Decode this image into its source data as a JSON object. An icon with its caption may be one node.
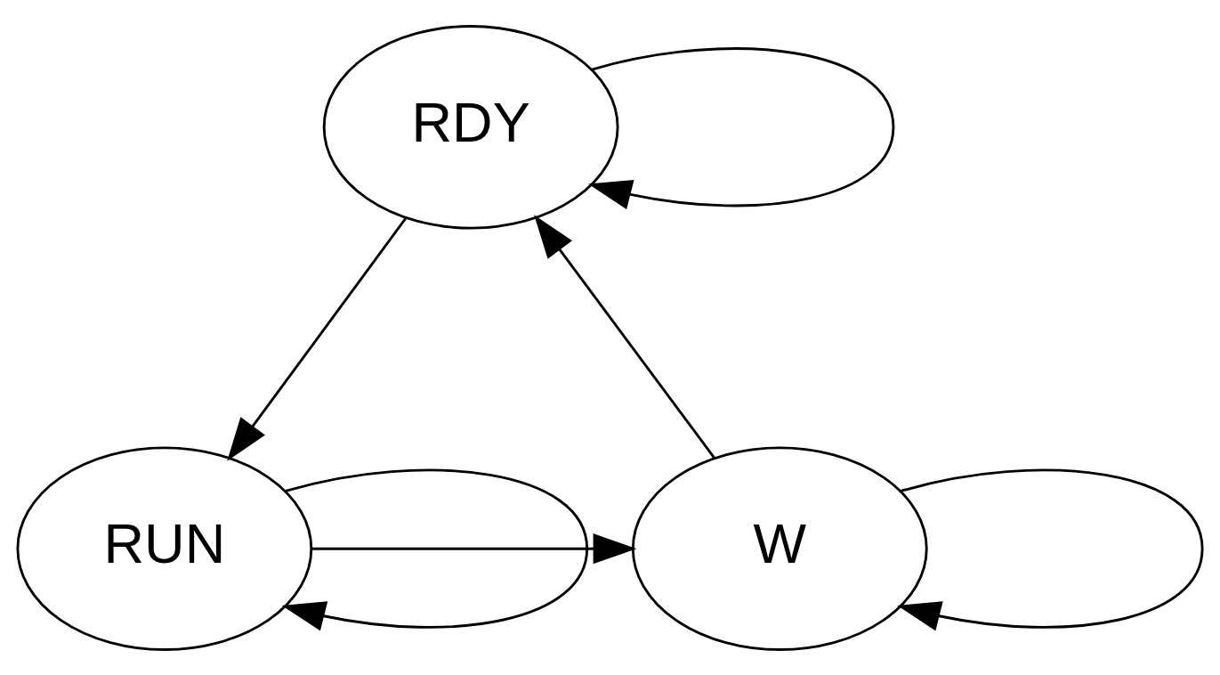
{
  "diagram": {
    "nodes": [
      {
        "text": [
          "RDY"
        ]
      },
      {
        "text": [
          "RUN"
        ]
      },
      {
        "text": [
          "W"
        ]
      }
    ],
    "edges": [
      {
        "from": 0,
        "to": 0,
        "arrow": "to"
      },
      {
        "from": 0,
        "to": 1,
        "arrow": "to"
      },
      {
        "from": 1,
        "to": 1,
        "arrow": "to"
      },
      {
        "from": 1,
        "to": 2,
        "arrow": "to"
      },
      {
        "from": 2,
        "to": 0,
        "arrow": "to"
      },
      {
        "from": 2,
        "to": 2,
        "arrow": "to"
      }
    ]
  }
}
